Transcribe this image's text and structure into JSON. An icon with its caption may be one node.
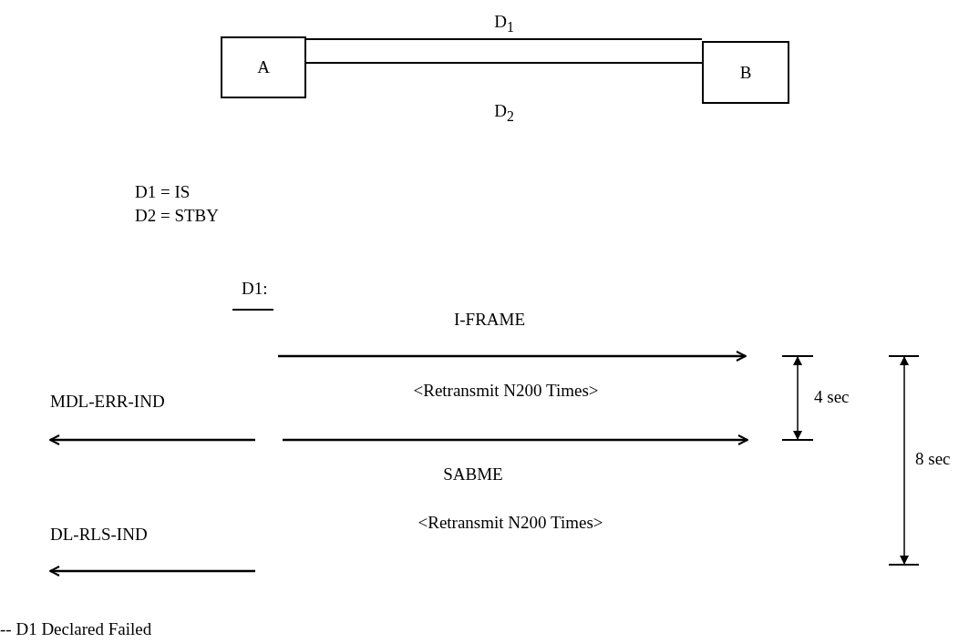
{
  "diagram": {
    "nodes": [
      {
        "text": [
          "A"
        ]
      },
      {
        "text": [
          "B"
        ]
      }
    ],
    "edges": [
      {
        "from": 0,
        "to": 1,
        "arrow": "none",
        "label": "D$_{1}$"
      },
      {
        "from": 0,
        "to": 1,
        "arrow": "none",
        "label": "D$_{2}$"
      }
    ],
    "labels": [
      "D1 = IS",
      "D2 = STBY",
      "D1:",
      "I-FRAME",
      "<Retransmit N200 Times>",
      "MDL-ERR-IND",
      "4 sec",
      "8 sec",
      "SABME",
      "<Retransmit N200 Times>",
      "DL-RLS-IND",
      "-- D1 Declared Failed"
    ]
  }
}
